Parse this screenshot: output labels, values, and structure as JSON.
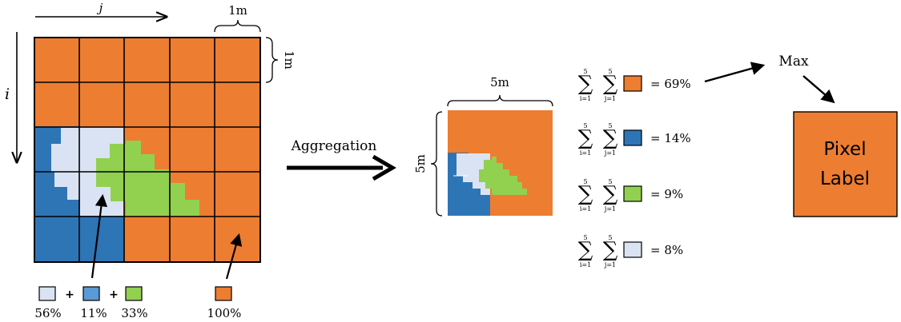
{
  "colors": {
    "orange": "#ED7D31",
    "blue": "#2E75B6",
    "light_blue": "#DAE3F3",
    "mid_blue": "#5B9BD5",
    "green": "#92D050",
    "black": "#000000"
  },
  "left_grid": {
    "axis_j": "j",
    "axis_i": "i",
    "cell_width_label": "1m",
    "cell_height_label": "1m"
  },
  "legend_mixed": {
    "items": [
      {
        "color": "light_blue",
        "label": "56%"
      },
      {
        "color": "mid_blue",
        "label": "11%"
      },
      {
        "color": "green",
        "label": "33%"
      }
    ],
    "plus": "+"
  },
  "legend_pure": {
    "color": "orange",
    "label": "100%"
  },
  "aggregation": {
    "label": "Aggregation"
  },
  "aggregated_cell": {
    "width_label": "5m",
    "height_label": "5m"
  },
  "sums": [
    {
      "color": "orange",
      "result": "= 69%"
    },
    {
      "color": "blue",
      "result": "= 14%"
    },
    {
      "color": "green",
      "result": "= 9%"
    },
    {
      "color": "light_blue",
      "result": "= 8%"
    }
  ],
  "sum_notation": {
    "symbol": "∑",
    "upper": "5",
    "lower_i": "i=1",
    "lower_j": "j=1"
  },
  "max_label": "Max",
  "pixel_label": {
    "line1": "Pixel",
    "line2": "Label",
    "color": "orange"
  }
}
